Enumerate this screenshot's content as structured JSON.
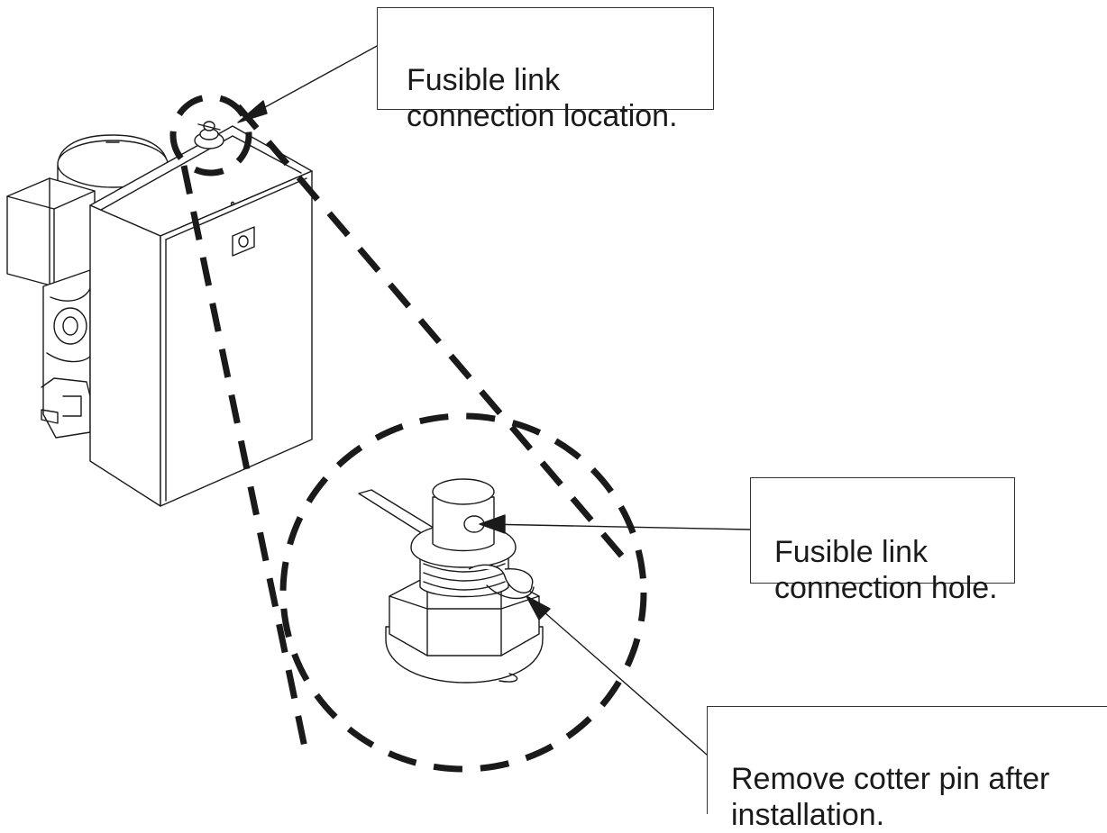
{
  "callouts": {
    "top_label": "Fusible link\nconnection location.",
    "hole_label": "Fusible link\nconnection hole.",
    "cotter_label": "Remove cotter pin after\ninstallation."
  },
  "colors": {
    "line": "#1a1a1a",
    "background": "#ffffff"
  }
}
